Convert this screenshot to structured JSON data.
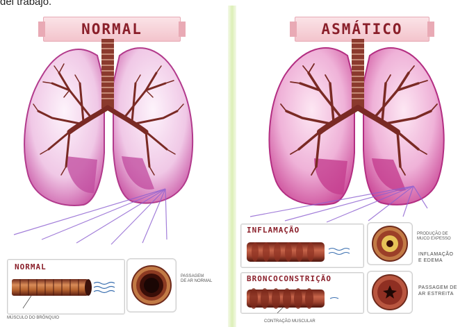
{
  "caption": "del trabajo.",
  "normal": {
    "title": "NORMAL",
    "inset_title": "NORMAL",
    "muscle_note": "MÚSCULO DO BRÔNQUIO",
    "air_note": "PASSAGEM\nDE AR NORMAL"
  },
  "asthmatic": {
    "title": "ASMÁTICO",
    "inflammation_title": "INFLAMAÇÃO",
    "bronchoconstriction_title": "BRONCOCONSTRIÇÃO",
    "mucus_note": "PRODUÇÃO DE\nMUCO EXPESSO",
    "edema_note": "INFLAMAÇÃO\nE EDEMA",
    "air_note": "PASSAGEM DE\nAR ESTREITA",
    "contraction_note": "CONTRAÇÃO MUSCULAR"
  },
  "colors": {
    "lung_tissue": "#e9a6d8",
    "lung_edge": "#c4479c",
    "bronchi": "#7a2a24",
    "trachea": "#8b3a2e",
    "title_text": "#8a1f2a",
    "banner_fill": "#f6cfd6"
  }
}
